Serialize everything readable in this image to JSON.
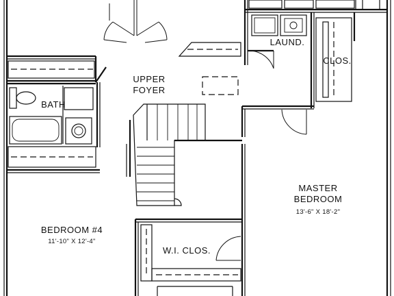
{
  "rooms": {
    "laundry": {
      "label": "LAUND."
    },
    "closet": {
      "label": "CLOS."
    },
    "upper_foyer": {
      "line1": "UPPER",
      "line2": "FOYER"
    },
    "bath": {
      "label": "BATH"
    },
    "master_bedroom": {
      "line1": "MASTER",
      "line2": "BEDROOM",
      "dimensions": "13'-6\" X 18'-2\""
    },
    "bedroom_4": {
      "label": "BEDROOM #4",
      "dimensions": "11'-10\" X 12'-4\""
    },
    "walk_in_closet": {
      "label": "W.I. CLOS."
    }
  },
  "icons": [
    "toilet-icon",
    "bathtub-icon",
    "sink-icon",
    "washer-icon",
    "dryer-icon",
    "skylight-icon",
    "stair-icon",
    "door-swing-icon"
  ]
}
